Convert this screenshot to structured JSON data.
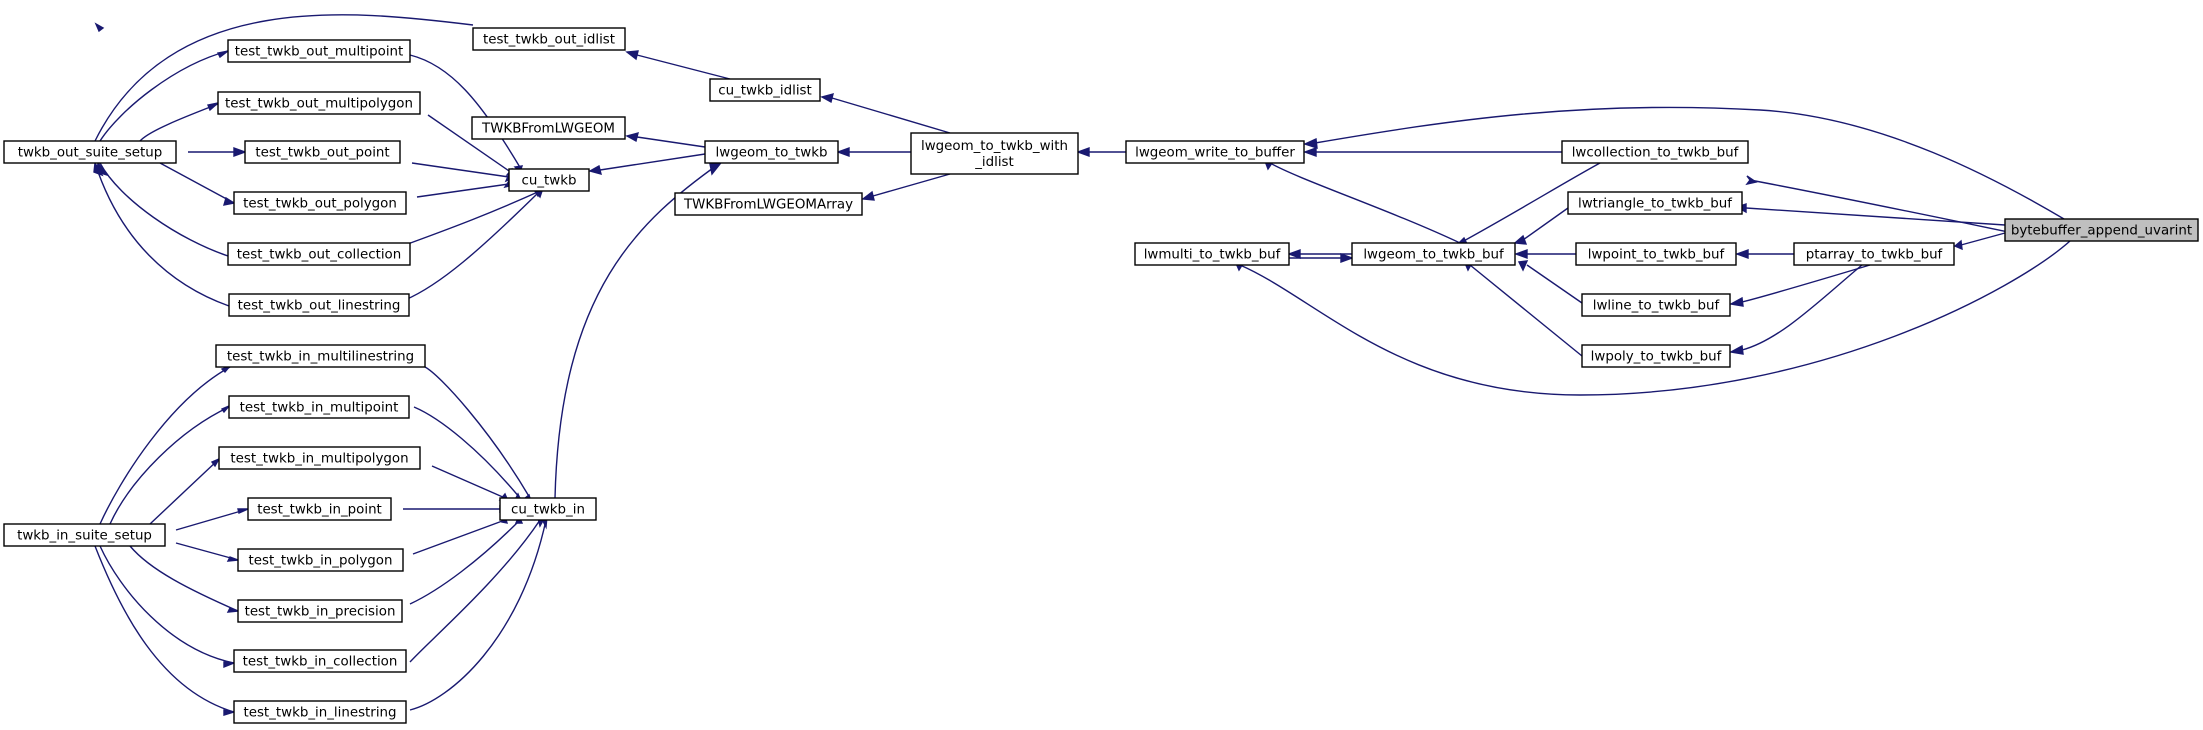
{
  "graph": {
    "edge_color": "#191970",
    "root_fill": "#bfbfbf",
    "nodes": [
      {
        "id": "n0",
        "label": "bytebuffer_append_uvarint",
        "root": true
      },
      {
        "id": "n1",
        "label": "lwcollection_to_twkb_buf"
      },
      {
        "id": "n2",
        "label": "lwgeom_write_to_buffer"
      },
      {
        "id": "n3",
        "label": "lwgeom_to_twkb_with\n_idlist"
      },
      {
        "id": "n4",
        "label": "cu_twkb_idlist"
      },
      {
        "id": "n5",
        "label": "test_twkb_out_idlist"
      },
      {
        "id": "n6",
        "label": "twkb_out_suite_setup"
      },
      {
        "id": "n7",
        "label": "lwgeom_to_twkb"
      },
      {
        "id": "n8",
        "label": "cu_twkb"
      },
      {
        "id": "n9",
        "label": "test_twkb_out_collection"
      },
      {
        "id": "n10",
        "label": "test_twkb_out_linestring"
      },
      {
        "id": "n11",
        "label": "test_twkb_out_multipoint"
      },
      {
        "id": "n12",
        "label": "test_twkb_out_multipolygon"
      },
      {
        "id": "n13",
        "label": "test_twkb_out_point"
      },
      {
        "id": "n14",
        "label": "test_twkb_out_polygon"
      },
      {
        "id": "n15",
        "label": "cu_twkb_in"
      },
      {
        "id": "n16",
        "label": "test_twkb_in_collection"
      },
      {
        "id": "n17",
        "label": "twkb_in_suite_setup"
      },
      {
        "id": "n18",
        "label": "test_twkb_in_linestring"
      },
      {
        "id": "n19",
        "label": "test_twkb_in_multilinestring"
      },
      {
        "id": "n20",
        "label": "test_twkb_in_multipoint"
      },
      {
        "id": "n21",
        "label": "test_twkb_in_multipolygon"
      },
      {
        "id": "n22",
        "label": "test_twkb_in_point"
      },
      {
        "id": "n23",
        "label": "test_twkb_in_polygon"
      },
      {
        "id": "n24",
        "label": "test_twkb_in_precision"
      },
      {
        "id": "n25",
        "label": "TWKBFromLWGEOM"
      },
      {
        "id": "n26",
        "label": "TWKBFromLWGEOMArray"
      },
      {
        "id": "n27",
        "label": "lwgeom_to_twkb_buf"
      },
      {
        "id": "n28",
        "label": "lwmulti_to_twkb_buf"
      },
      {
        "id": "n29",
        "label": "lwtriangle_to_twkb_buf"
      },
      {
        "id": "n30",
        "label": "ptarray_to_twkb_buf"
      },
      {
        "id": "n31",
        "label": "lwline_to_twkb_buf"
      },
      {
        "id": "n32",
        "label": "lwpoint_to_twkb_buf"
      },
      {
        "id": "n33",
        "label": "lwpoly_to_twkb_buf"
      }
    ],
    "edges": [
      {
        "from": "n0",
        "to": "n1"
      },
      {
        "from": "n0",
        "to": "n2"
      },
      {
        "from": "n0",
        "to": "n28"
      },
      {
        "from": "n0",
        "to": "n29"
      },
      {
        "from": "n0",
        "to": "n30"
      },
      {
        "from": "n1",
        "to": "n2"
      },
      {
        "from": "n1",
        "to": "n27"
      },
      {
        "from": "n2",
        "to": "n3"
      },
      {
        "from": "n3",
        "to": "n4"
      },
      {
        "from": "n3",
        "to": "n7"
      },
      {
        "from": "n3",
        "to": "n26"
      },
      {
        "from": "n4",
        "to": "n5"
      },
      {
        "from": "n5",
        "to": "n6"
      },
      {
        "from": "n7",
        "to": "n8"
      },
      {
        "from": "n7",
        "to": "n15"
      },
      {
        "from": "n7",
        "to": "n25"
      },
      {
        "from": "n8",
        "to": "n9"
      },
      {
        "from": "n8",
        "to": "n10"
      },
      {
        "from": "n8",
        "to": "n11"
      },
      {
        "from": "n8",
        "to": "n12"
      },
      {
        "from": "n8",
        "to": "n13"
      },
      {
        "from": "n8",
        "to": "n14"
      },
      {
        "from": "n9",
        "to": "n6"
      },
      {
        "from": "n10",
        "to": "n6"
      },
      {
        "from": "n11",
        "to": "n6"
      },
      {
        "from": "n12",
        "to": "n6"
      },
      {
        "from": "n13",
        "to": "n6"
      },
      {
        "from": "n14",
        "to": "n6"
      },
      {
        "from": "n15",
        "to": "n16"
      },
      {
        "from": "n15",
        "to": "n18"
      },
      {
        "from": "n15",
        "to": "n19"
      },
      {
        "from": "n15",
        "to": "n20"
      },
      {
        "from": "n15",
        "to": "n21"
      },
      {
        "from": "n15",
        "to": "n22"
      },
      {
        "from": "n15",
        "to": "n23"
      },
      {
        "from": "n15",
        "to": "n24"
      },
      {
        "from": "n16",
        "to": "n17"
      },
      {
        "from": "n18",
        "to": "n17"
      },
      {
        "from": "n19",
        "to": "n17"
      },
      {
        "from": "n20",
        "to": "n17"
      },
      {
        "from": "n21",
        "to": "n17"
      },
      {
        "from": "n22",
        "to": "n17"
      },
      {
        "from": "n23",
        "to": "n17"
      },
      {
        "from": "n24",
        "to": "n17"
      },
      {
        "from": "n27",
        "to": "n2"
      },
      {
        "from": "n27",
        "to": "n28"
      },
      {
        "from": "n28",
        "to": "n27"
      },
      {
        "from": "n29",
        "to": "n27"
      },
      {
        "from": "n30",
        "to": "n31"
      },
      {
        "from": "n30",
        "to": "n32"
      },
      {
        "from": "n30",
        "to": "n33"
      },
      {
        "from": "n31",
        "to": "n27"
      },
      {
        "from": "n32",
        "to": "n27"
      },
      {
        "from": "n33",
        "to": "n27"
      }
    ]
  }
}
